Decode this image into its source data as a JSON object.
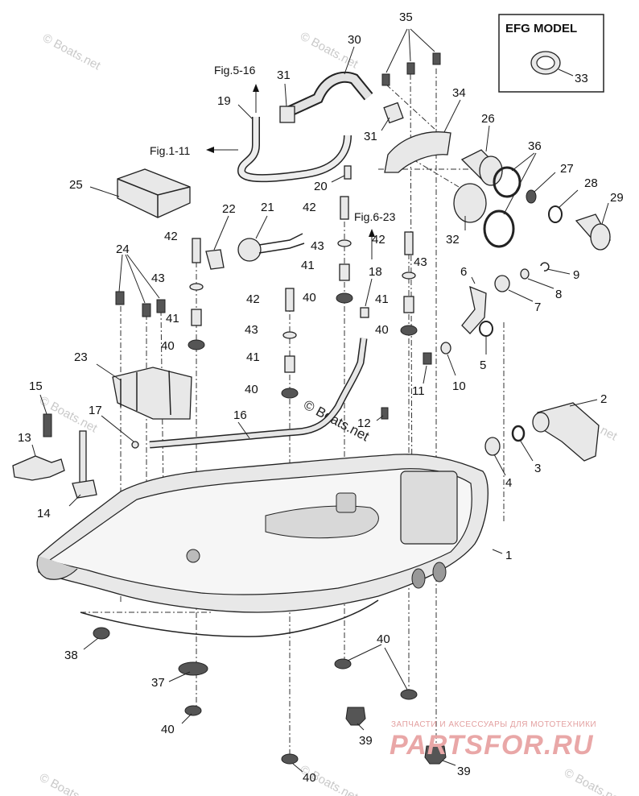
{
  "efg": {
    "title": "EFG MODEL",
    "label": "33"
  },
  "refs": {
    "fig5": "Fig.5-16",
    "fig1": "Fig.1-11",
    "fig6": "Fig.6-23"
  },
  "watermark": {
    "text": "© Boats.net"
  },
  "brand": {
    "sub": "ЗАПЧАСТИ И АКСЕССУАРЫ ДЛЯ МОТОТЕХНИКИ",
    "name": "PARTSFOR.RU"
  },
  "labels": {
    "l1": "1",
    "l2": "2",
    "l3": "3",
    "l4": "4",
    "l5": "5",
    "l6": "6",
    "l7": "7",
    "l8": "8",
    "l9": "9",
    "l10": "10",
    "l11": "11",
    "l12": "12",
    "l13": "13",
    "l14": "14",
    "l15": "15",
    "l16": "16",
    "l17": "17",
    "l18": "18",
    "l19": "19",
    "l20": "20",
    "l21": "21",
    "l22": "22",
    "l23": "23",
    "l24": "24",
    "l25": "25",
    "l26": "26",
    "l27": "27",
    "l28": "28",
    "l29": "29",
    "l30": "30",
    "l31a": "31",
    "l31b": "31",
    "l32": "32",
    "l34": "34",
    "l35": "35",
    "l36": "36",
    "l37": "37",
    "l38": "38",
    "l39a": "39",
    "l39b": "39",
    "l40a": "40",
    "l40b": "40",
    "l40c": "40",
    "l40d": "40",
    "l40e": "40",
    "l40f": "40",
    "l40g": "40",
    "l41a": "41",
    "l41b": "41",
    "l41c": "41",
    "l41d": "41",
    "l42a": "42",
    "l42b": "42",
    "l42c": "42",
    "l42d": "42",
    "l43a": "43",
    "l43b": "43",
    "l43c": "43",
    "l43d": "43"
  }
}
